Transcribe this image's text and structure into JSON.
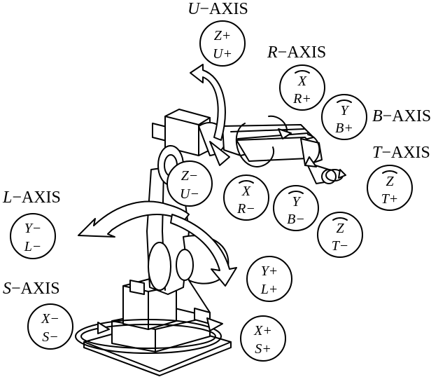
{
  "axis_labels": {
    "u": {
      "letter": "U",
      "suffix": "−AXIS"
    },
    "r": {
      "letter": "R",
      "suffix": "−AXIS"
    },
    "b": {
      "letter": "B",
      "suffix": "−AXIS"
    },
    "t": {
      "letter": "T",
      "suffix": "−AXIS"
    },
    "l": {
      "letter": "L",
      "suffix": "−AXIS"
    },
    "s": {
      "letter": "S",
      "suffix": "−AXIS"
    }
  },
  "keys": {
    "u_plus": {
      "top": "Z+",
      "bottom": "U+"
    },
    "u_minus": {
      "top": "Z−",
      "bottom": "U−"
    },
    "r_plus": {
      "top": "X",
      "bottom": "R+"
    },
    "r_minus": {
      "top": "X",
      "bottom": "R−"
    },
    "b_plus": {
      "top": "Y",
      "bottom": "B+"
    },
    "b_minus": {
      "top": "Y",
      "bottom": "B−"
    },
    "t_plus": {
      "top": "Z",
      "bottom": "T+"
    },
    "t_minus": {
      "top": "Z",
      "bottom": "T−"
    },
    "l_plus": {
      "top": "Y+",
      "bottom": "L+"
    },
    "l_minus": {
      "top": "Y−",
      "bottom": "L−"
    },
    "s_plus": {
      "top": "X+",
      "bottom": "S+"
    },
    "s_minus": {
      "top": "X−",
      "bottom": "S−"
    }
  }
}
